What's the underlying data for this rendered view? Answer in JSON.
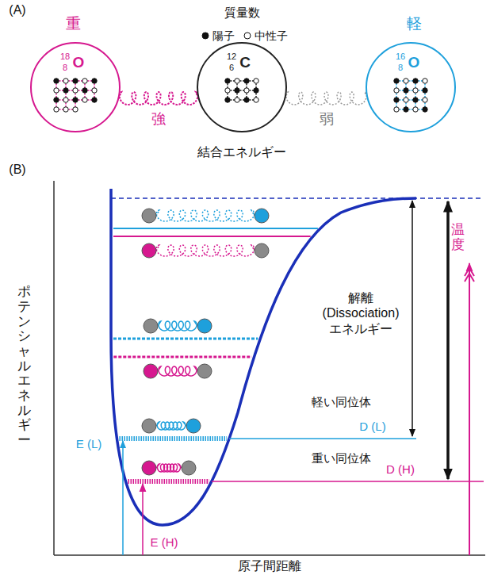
{
  "diagram": {
    "nodes": [
      {
        "text": [
          "18",
          "8",
          "O"
        ]
      },
      {
        "text": [
          "12",
          "6",
          "C"
        ]
      },
      {
        "text": [
          "16",
          "8",
          "O"
        ]
      }
    ],
    "edges": [
      {
        "from": 0,
        "to": 1,
        "arrow": "none",
        "label": "強"
      },
      {
        "from": 1,
        "to": 2,
        "arrow": "none",
        "label": "弱"
      }
    ],
    "labels": [
      "(A)",
      "重",
      "質量数",
      "軽",
      "結合エネルギー",
      "(B)",
      "解離 (Dissociation) エネルギー",
      "軽い同位体",
      "D (L)",
      "重い同位体",
      "D (H)",
      "E (L)",
      "E (H)",
      "温度",
      "ポテンシャルエネルギー",
      "原子間距離"
    ],
    "legend": [
      {
        "text": "陽子"
      },
      {
        "text": "中性子"
      }
    ]
  }
}
